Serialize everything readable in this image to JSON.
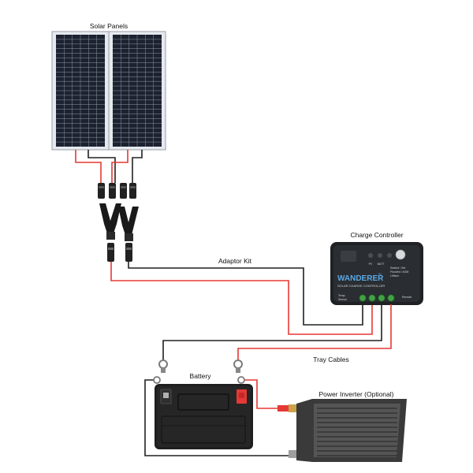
{
  "labels": {
    "solar_panels": "Solar Panels",
    "charge_controller": "Charge Controller",
    "adaptor_kit": "Adaptor Kit",
    "battery": "Battery",
    "tray_cables": "Tray Cables",
    "power_inverter": "Power Inverter (Optional)"
  },
  "controller": {
    "brand": "WANDERER",
    "tm": "™",
    "subtitle": "SOLAR CHARGE CONTROLLER",
    "status_pv": "PV",
    "status_batt": "BATT",
    "mode_lines": [
      "Sealed / Gel",
      "Flooded / AGM",
      "Lithium"
    ],
    "terminal_labels": [
      "Temp",
      "Sensor",
      "Remote"
    ]
  },
  "colors": {
    "wire_red": "#e53935",
    "wire_black": "#212121",
    "panel_cell": "#1c2230",
    "controller_body": "#1f2124",
    "controller_accent": "#5aa8e6",
    "terminal_green": "#43a047",
    "battery_body": "#1e1e1e",
    "battery_pos_terminal": "#e53935",
    "inverter_body": "#4a4a4a"
  }
}
